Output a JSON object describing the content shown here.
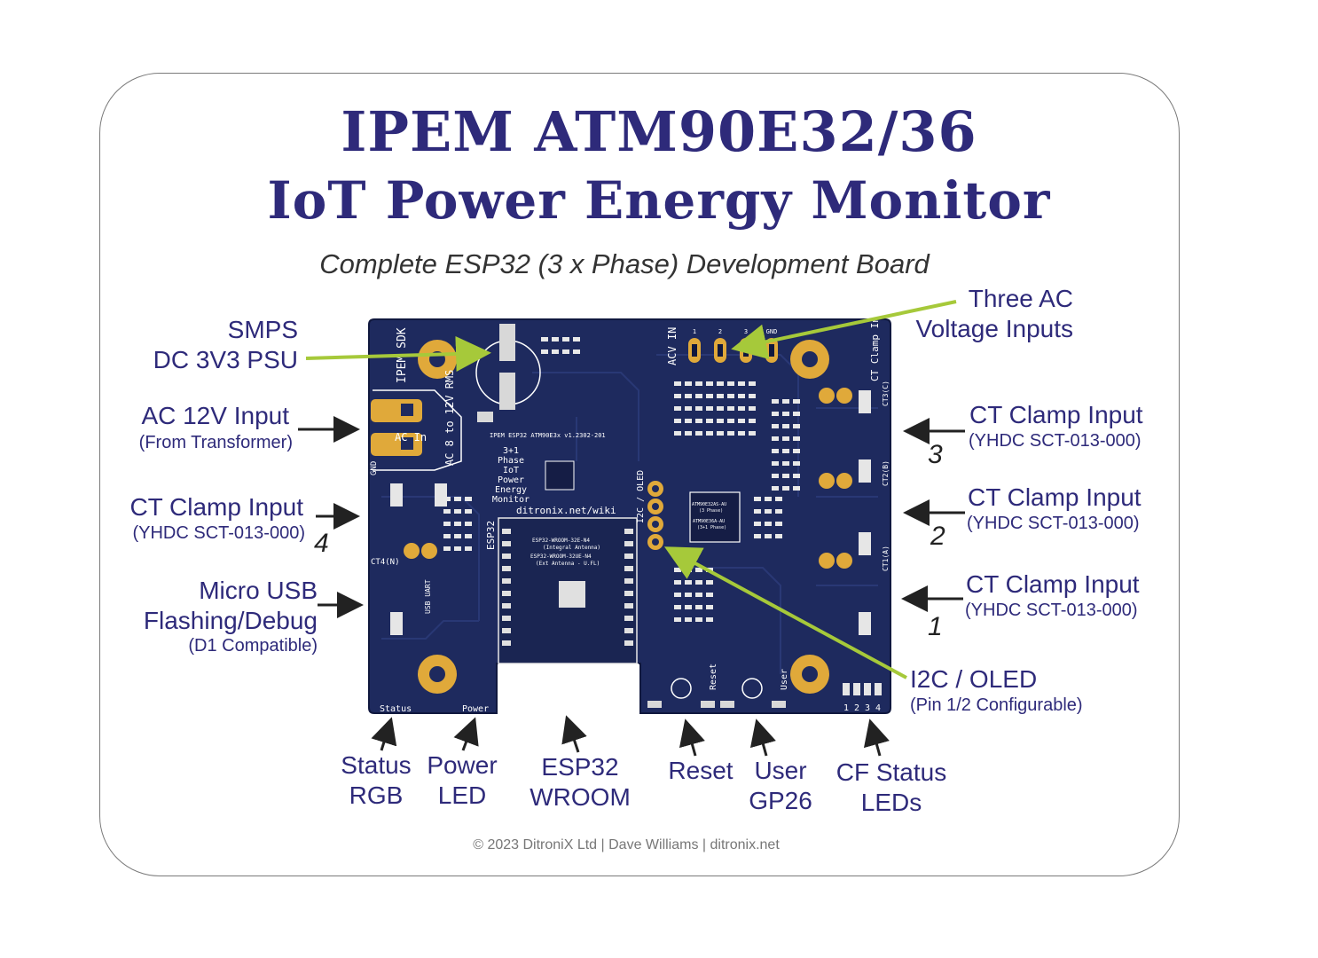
{
  "title_line1": "IPEM ATM90E32/36",
  "title_line2": "IoT Power Energy Monitor",
  "subtitle": "Complete ESP32 (3 x Phase) Development Board",
  "left_labels": {
    "smps": [
      "SMPS",
      "DC 3V3 PSU"
    ],
    "ac12v": "AC 12V Input",
    "ac12v_sub": "(From Transformer)",
    "ct4": "CT Clamp Input",
    "ct4_sub": "(YHDC SCT-013-000)",
    "ct4_num": "4",
    "usb": [
      "Micro USB",
      "Flashing/Debug"
    ],
    "usb_sub": "(D1 Compatible)"
  },
  "right_labels": {
    "acv": [
      "Three AC",
      "Voltage Inputs"
    ],
    "ct3": "CT Clamp Input",
    "ct3_sub": "(YHDC SCT-013-000)",
    "ct3_num": "3",
    "ct2": "CT Clamp Input",
    "ct2_sub": "(YHDC SCT-013-000)",
    "ct2_num": "2",
    "ct1": "CT Clamp Input",
    "ct1_sub": "(YHDC SCT-013-000)",
    "ct1_num": "1",
    "i2c": "I2C / OLED",
    "i2c_sub": "(Pin 1/2 Configurable)"
  },
  "bottom_labels": {
    "status": [
      "Status",
      "RGB"
    ],
    "power": [
      "Power",
      "LED"
    ],
    "esp32": [
      "ESP32",
      "WROOM"
    ],
    "reset": "Reset",
    "user": [
      "User",
      "GP26"
    ],
    "cf": [
      "CF Status",
      "LEDs"
    ]
  },
  "board_silk": {
    "ipem_sdk": "IPEM SDK",
    "ac_in": "AC In",
    "ac_range": "AC 8 to 12V RMS",
    "gnd": "GND",
    "acv_in": "ACV IN",
    "ct_clamp_inputs": "CT Clamp Inputs",
    "board_name": "IPEM ESP32 ATM90E3x v1.2302-201",
    "phase_text": [
      "3+1",
      "Phase",
      "IoT",
      "Power",
      "Energy",
      "Monitor"
    ],
    "wiki": "ditronix.net/wiki",
    "esp32": "ESP32",
    "module1": "ESP32-WROOM-32E-N4",
    "module1_sub": "(Integral Antenna)",
    "module2": "ESP32-WROOM-32UE-N4",
    "module2_sub": "(Ext Antenna - U.FL)",
    "i2c_oled": "I2C / OLED",
    "chip1": "ATM90E32AS-AU",
    "chip1_sub": "(3 Phase)",
    "chip2": "ATM90E36A-AU",
    "chip2_sub": "(3+1 Phase)",
    "ct3c": "CT3(C)",
    "ct2b": "CT2(B)",
    "ct1a": "CT1(A)",
    "ct4n": "CT4(N)",
    "usb_uart": "USB UART",
    "status": "Status",
    "power": "Power",
    "reset": "Reset",
    "user": "User",
    "cf_nums": [
      "1",
      "2",
      "3",
      "4"
    ],
    "acv_pins": [
      "1",
      "2",
      "3",
      "GND"
    ]
  },
  "footer": "© 2023 DitroniX Ltd | Dave Williams |  ditronix.net",
  "colors": {
    "title": "#2e2a7a",
    "label": "#2e2a7a",
    "pcb": "#1e2a5e",
    "pcb_trace": "#2b3a78",
    "gold": "#e0a93a",
    "silk": "#ffffff",
    "pointer_green": "#a6c93a",
    "arrow": "#222222"
  }
}
